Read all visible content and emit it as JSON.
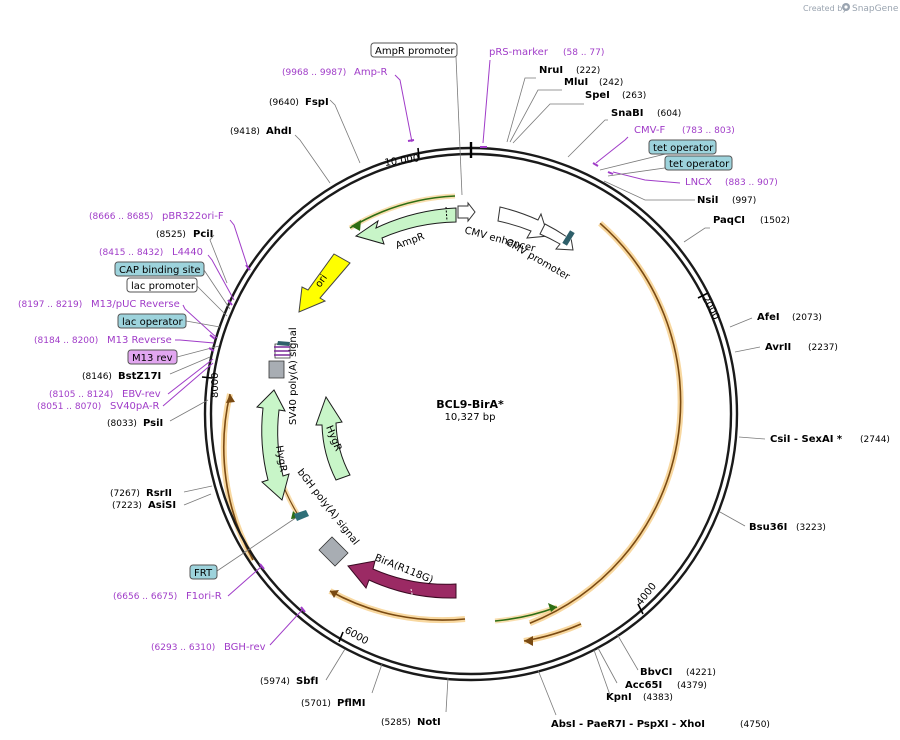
{
  "credit": {
    "prefix": "Created by",
    "brand": "SnapGene"
  },
  "plasmid": {
    "name": "BCL9-BirA*",
    "length_label": "10,327 bp",
    "length": 10327
  },
  "ticks": [
    {
      "pos": 2000,
      "label": "2000"
    },
    {
      "pos": 4000,
      "label": "4000"
    },
    {
      "pos": 6000,
      "label": "6000"
    },
    {
      "pos": 8000,
      "label": "8000"
    },
    {
      "pos": 10000,
      "label": "10,000"
    }
  ],
  "sites": [
    {
      "name": "NruI",
      "pos": "(222)"
    },
    {
      "name": "MluI",
      "pos": "(242)"
    },
    {
      "name": "SpeI",
      "pos": "(263)"
    },
    {
      "name": "SnaBI",
      "pos": "(604)"
    },
    {
      "name": "NsiI",
      "pos": "(997)"
    },
    {
      "name": "PaqCI",
      "pos": "(1502)"
    },
    {
      "name": "AfeI",
      "pos": "(2073)"
    },
    {
      "name": "AvrII",
      "pos": "(2237)"
    },
    {
      "name": "CsiI  - SexAI *",
      "pos": "(2744)"
    },
    {
      "name": "Bsu36I",
      "pos": "(3223)"
    },
    {
      "name": "BbvCI",
      "pos": "(4221)"
    },
    {
      "name": "Acc65I",
      "pos": "(4379)"
    },
    {
      "name": "KpnI",
      "pos": "(4383)"
    },
    {
      "name": "AbsI  - PaeR7I  - PspXI  - XhoI",
      "pos": "(4750)"
    },
    {
      "name": "NotI",
      "pos": "(5285)"
    },
    {
      "name": "PflMI",
      "pos": "(5701)"
    },
    {
      "name": "SbfI",
      "pos": "(5974)"
    },
    {
      "name": "AsiSI",
      "pos": "(7223)"
    },
    {
      "name": "RsrII",
      "pos": "(7267)"
    },
    {
      "name": "PsiI",
      "pos": "(8033)"
    },
    {
      "name": "BstZ17I",
      "pos": "(8146)"
    },
    {
      "name": "PciI",
      "pos": "(8525)"
    },
    {
      "name": "AhdI",
      "pos": "(9418)"
    },
    {
      "name": "FspI",
      "pos": "(9640)"
    }
  ],
  "primers": [
    {
      "name": "pRS-marker",
      "pos": "(58 .. 77)"
    },
    {
      "name": "Amp-R",
      "pos": "(9968 .. 9987)"
    },
    {
      "name": "CMV-F",
      "pos": "(783 .. 803)"
    },
    {
      "name": "LNCX",
      "pos": "(883 .. 907)"
    },
    {
      "name": "pBR322ori-F",
      "pos": "(8666 .. 8685)"
    },
    {
      "name": "L4440",
      "pos": "(8415 .. 8432)"
    },
    {
      "name": "M13/pUC Reverse",
      "pos": "(8197 .. 8219)"
    },
    {
      "name": "M13 Reverse",
      "pos": "(8184 .. 8200)"
    },
    {
      "name": "EBV-rev",
      "pos": "(8105 .. 8124)"
    },
    {
      "name": "SV40pA-R",
      "pos": "(8051 .. 8070)"
    },
    {
      "name": "F1ori-R",
      "pos": "(6656 .. 6675)"
    },
    {
      "name": "BGH-rev",
      "pos": "(6293 .. 6310)"
    }
  ],
  "boxes": [
    {
      "text": "AmpR promoter"
    },
    {
      "text": "tet operator"
    },
    {
      "text": "tet operator"
    },
    {
      "text": "CAP binding site"
    },
    {
      "text": "lac promoter"
    },
    {
      "text": "lac operator"
    },
    {
      "text": "M13 rev"
    },
    {
      "text": "FRT"
    }
  ],
  "features": [
    {
      "name": "AmpR"
    },
    {
      "name": "ori"
    },
    {
      "name": "CMV enhancer"
    },
    {
      "name": "CMV promoter"
    },
    {
      "name": "SV40 poly(A) signal"
    },
    {
      "name": "HygR"
    },
    {
      "name": "HygR"
    },
    {
      "name": "bGH poly(A) signal"
    },
    {
      "name": "BirA(R118G)"
    }
  ],
  "colors": {
    "backbone": "#1a1a1a",
    "primer": "#a03cc8",
    "resistance": "#c8f5c8",
    "ori": "#ffff00",
    "cds_dark": "#9b2a64",
    "orf": "#f5c878",
    "orf_line": "#b8741e",
    "green_arrow": "#5aa02a",
    "box_teal": "#9dd3dc",
    "box_purple": "#e2a6f0",
    "polyA": "#a8adb3"
  }
}
